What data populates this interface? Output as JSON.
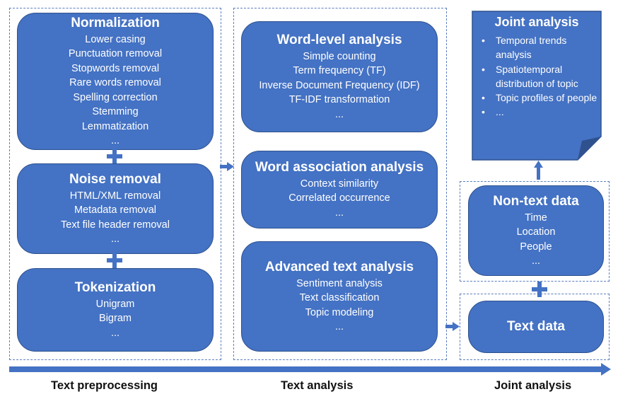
{
  "stages": {
    "text_preprocessing": {
      "caption": "Text preprocessing",
      "boxes": [
        {
          "title": "Normalization",
          "items": [
            "Lower casing",
            "Punctuation removal",
            "Stopwords removal",
            "Rare words removal",
            "Spelling correction",
            "Stemming",
            "Lemmatization",
            "..."
          ]
        },
        {
          "title": "Noise removal",
          "items": [
            "HTML/XML removal",
            "Metadata removal",
            "Text file header removal",
            "..."
          ]
        },
        {
          "title": "Tokenization",
          "items": [
            "Unigram",
            "Bigram",
            "..."
          ]
        }
      ]
    },
    "text_analysis": {
      "caption": "Text analysis",
      "boxes": [
        {
          "title": "Word-level analysis",
          "items": [
            "Simple counting",
            "Term frequency (TF)",
            "Inverse Document Frequency (IDF)",
            "TF-IDF transformation",
            "..."
          ]
        },
        {
          "title": "Word association analysis",
          "items": [
            "Context similarity",
            "Correlated occurrence",
            "..."
          ]
        },
        {
          "title": "Advanced text analysis",
          "items": [
            "Sentiment analysis",
            "Text classification",
            "Topic modeling",
            "..."
          ]
        }
      ]
    },
    "joint_analysis": {
      "caption": "Joint analysis",
      "result": {
        "title": "Joint analysis",
        "bullet": "•",
        "items": [
          "Temporal trends analysis",
          "Spatiotemporal distribution of topic",
          "Topic profiles of people",
          "..."
        ]
      },
      "non_text": {
        "title": "Non-text data",
        "items": [
          "Time",
          "Location",
          "People",
          "..."
        ]
      },
      "text_data": {
        "title": "Text data"
      }
    }
  },
  "colors": {
    "box_fill": "#4472c4",
    "box_border": "#2f528f",
    "dashed_border": "#5b7fbf",
    "arrow": "#4472c4"
  }
}
